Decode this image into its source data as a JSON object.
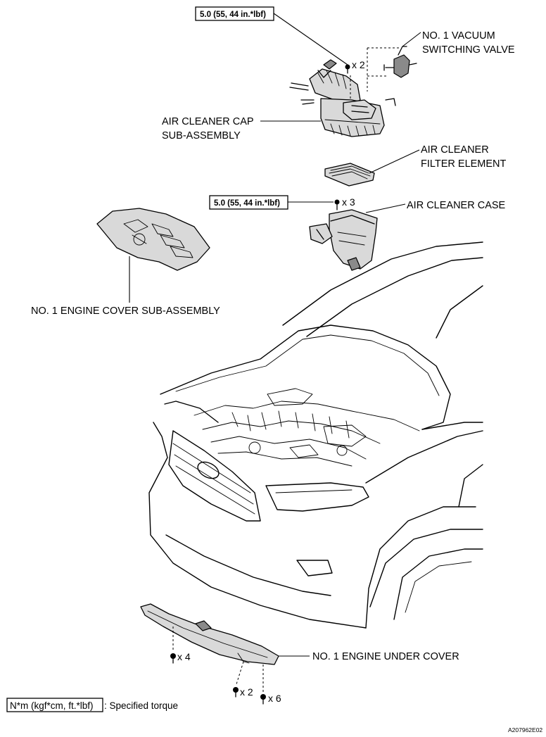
{
  "labels": {
    "vacuum_valve_line1": "NO. 1 VACUUM",
    "vacuum_valve_line2": "SWITCHING VALVE",
    "cap_line1": "AIR CLEANER CAP",
    "cap_line2": "SUB-ASSEMBLY",
    "filter_line1": "AIR CLEANER",
    "filter_line2": "FILTER ELEMENT",
    "case": "AIR CLEANER CASE",
    "engine_cover": "NO. 1 ENGINE COVER SUB-ASSEMBLY",
    "under_cover": "NO. 1 ENGINE UNDER COVER"
  },
  "torque": {
    "cap_bolts": "5.0 (55, 44 in.*lbf)",
    "case_bolts": "5.0 (55, 44 in.*lbf)"
  },
  "quantities": {
    "cap_bolts": "x 2",
    "case_bolts": "x 3",
    "under_left": "x 4",
    "under_mid": "x 2",
    "under_right": "x 6"
  },
  "legend": {
    "unit_box": "N*m (kgf*cm, ft.*lbf)",
    "text": ": Specified torque"
  },
  "figure_code": "A207962E02"
}
